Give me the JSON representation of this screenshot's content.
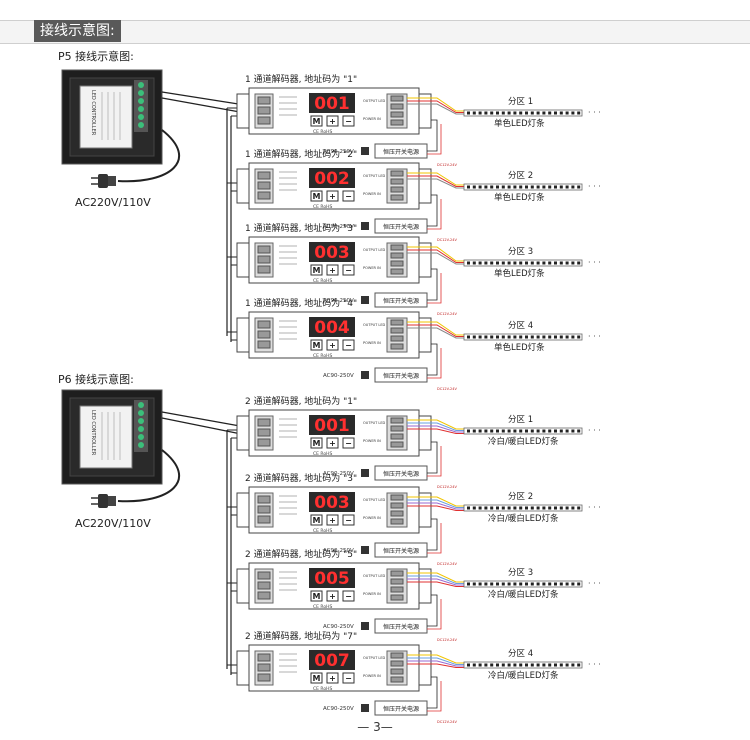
{
  "header": {
    "title": "接线示意图:"
  },
  "p5": {
    "label": "P5 接线示意图:",
    "power_label": "AC220V/110V",
    "panel_text": "LED CONTROLLER",
    "decoders": [
      {
        "title": "1 通道解码器, 地址码为 \"1\"",
        "display": "001"
      },
      {
        "title": "1 通道解码器, 地址码为 \"2\"",
        "display": "002"
      },
      {
        "title": "1 通道解码器, 地址码为 \"3\"",
        "display": "003"
      },
      {
        "title": "1 通道解码器, 地址码为 \"4\"",
        "display": "004"
      }
    ],
    "zones": [
      {
        "label": "分区 1",
        "strip": "单色LED灯条"
      },
      {
        "label": "分区 2",
        "strip": "单色LED灯条"
      },
      {
        "label": "分区 3",
        "strip": "单色LED灯条"
      },
      {
        "label": "分区 4",
        "strip": "单色LED灯条"
      }
    ]
  },
  "p6": {
    "label": "P6 接线示意图:",
    "power_label": "AC220V/110V",
    "panel_text": "LED CONTROLLER",
    "decoders": [
      {
        "title": "2 通道解码器, 地址码为 \"1\"",
        "display": "001"
      },
      {
        "title": "2 通道解码器, 地址码为 \"3\"",
        "display": "003"
      },
      {
        "title": "2 通道解码器, 地址码为 \"5\"",
        "display": "005"
      },
      {
        "title": "2 通道解码器, 地址码为 \"7\"",
        "display": "007"
      }
    ],
    "zones": [
      {
        "label": "分区 1",
        "strip": "冷白/暖白LED灯条"
      },
      {
        "label": "分区 2",
        "strip": "冷白/暖白LED灯条"
      },
      {
        "label": "分区 3",
        "strip": "冷白/暖白LED灯条"
      },
      {
        "label": "分区 4",
        "strip": "冷白/暖白LED灯条"
      }
    ]
  },
  "common": {
    "psu_label": "恒压开关电源",
    "ac_input": "AC90-250V",
    "dc_label": "DC12V-24V",
    "btn_m": "M",
    "btn_plus": "+",
    "btn_minus": "−",
    "cert": "CE RoHS",
    "output_label": "OUTPUT LED",
    "power_in": "POWER IN",
    "dots": "· · ·"
  },
  "page_number": "— 3—"
}
